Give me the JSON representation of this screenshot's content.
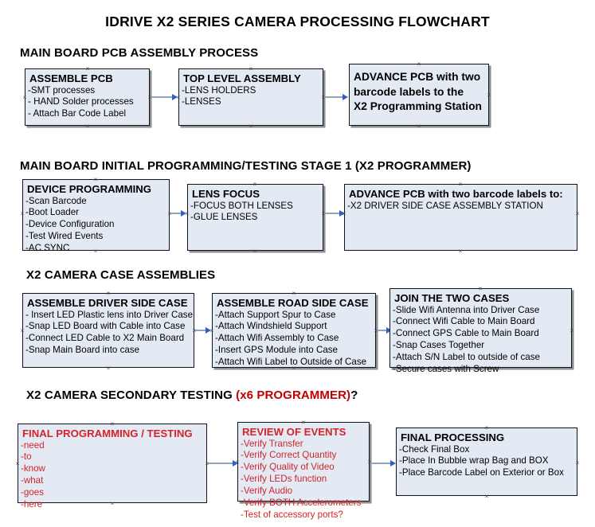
{
  "document": {
    "title": "IDRIVE X2  SERIES CAMERA PROCESSING FLOWCHART"
  },
  "sections": [
    {
      "heading": "MAIN BOARD PCB ASSEMBLY PROCESS",
      "heading_accent": "",
      "heading_tail": ""
    },
    {
      "heading": "MAIN BOARD INITIAL PROGRAMMING/TESTING STAGE 1 (X2 PROGRAMMER)",
      "heading_accent": "",
      "heading_tail": ""
    },
    {
      "heading": "X2 CAMERA CASE ASSEMBLIES",
      "heading_accent": "",
      "heading_tail": ""
    },
    {
      "heading": "X2 CAMERA SECONDARY TESTING ",
      "heading_accent": "(x6 PROGRAMMER)",
      "heading_tail": "?"
    }
  ],
  "nodes": {
    "assemble_pcb": {
      "title": "ASSEMBLE PCB",
      "lines": [
        "-SMT processes",
        "- HAND Solder processes",
        "- Attach Bar Code Label"
      ]
    },
    "top_level_assembly": {
      "title": "TOP LEVEL ASSEMBLY",
      "lines": [
        "-LENS HOLDERS",
        "-LENSES"
      ]
    },
    "advance_pcb_station": {
      "title": "ADVANCE PCB with two",
      "title2": "barcode labels to the",
      "title3": " X2 Programming Station",
      "lines": []
    },
    "device_programming": {
      "title": "DEVICE PROGRAMMING",
      "lines": [
        "-Scan Barcode",
        "-Boot Loader",
        "-Device Configuration",
        "-Test Wired Events",
        "-AC SYNC"
      ]
    },
    "lens_focus": {
      "title": "LENS FOCUS",
      "lines": [
        "-FOCUS BOTH LENSES",
        "-GLUE LENSES"
      ]
    },
    "advance_pcb_driver": {
      "title": "ADVANCE PCB with two barcode labels to:",
      "lines": [
        "-X2 DRIVER  SIDE  CASE  ASSEMBLY STATION"
      ]
    },
    "assemble_driver_side": {
      "title": "ASSEMBLE DRIVER SIDE CASE",
      "lines": [
        "- Insert LED Plastic lens into Driver Case",
        "-Snap LED Board with Cable into Case",
        "-Connect LED Cable to X2 Main Board",
        "-Snap Main Board into case"
      ]
    },
    "assemble_road_side": {
      "title": "ASSEMBLE ROAD SIDE CASE",
      "lines": [
        "-Attach Support Spur to Case",
        "-Attach Windshield Support",
        "-Attach Wifi Assembly to Case",
        "-Insert GPS Module into Case",
        "-Attach Wifi Label to Outside of Case"
      ]
    },
    "join_two_cases": {
      "title": "JOIN THE TWO CASES",
      "lines": [
        "-Slide Wifi Antenna into Driver Case",
        "-Connect Wifi Cable to Main Board",
        "-Connect GPS Cable to Main Board",
        "-Snap Cases Together",
        "-Attach S/N Label to outside of case",
        "-Secure cases with Screw"
      ]
    },
    "final_programming": {
      "title": "FINAL PROGRAMMING / TESTING",
      "lines": [
        "-need",
        "-to",
        "-know",
        "-what",
        "-goes",
        "-here"
      ]
    },
    "review_of_events": {
      "title": "REVIEW OF EVENTS",
      "lines": [
        "-Verify Transfer",
        "-Verify Correct Quantity",
        "-Verify Quality of Video",
        "-Verify LEDs function",
        "-Verify Audio",
        "-Verify BOTH Accelerometers",
        "-Test of accessory ports?"
      ]
    },
    "final_processing": {
      "title": "FINAL PROCESSING",
      "lines": [
        " -Check Final Box",
        "-Place In Bubble wrap Bag and BOX",
        "-Place Barcode Label on Exterior or Box"
      ]
    }
  },
  "colors": {
    "node_fill": "#e4eaf4",
    "node_border": "#10131a",
    "connector": "#8ea4bd",
    "arrowhead": "#2f5fbf",
    "red_text": "#d4232a",
    "accent_red": "#c00000"
  }
}
